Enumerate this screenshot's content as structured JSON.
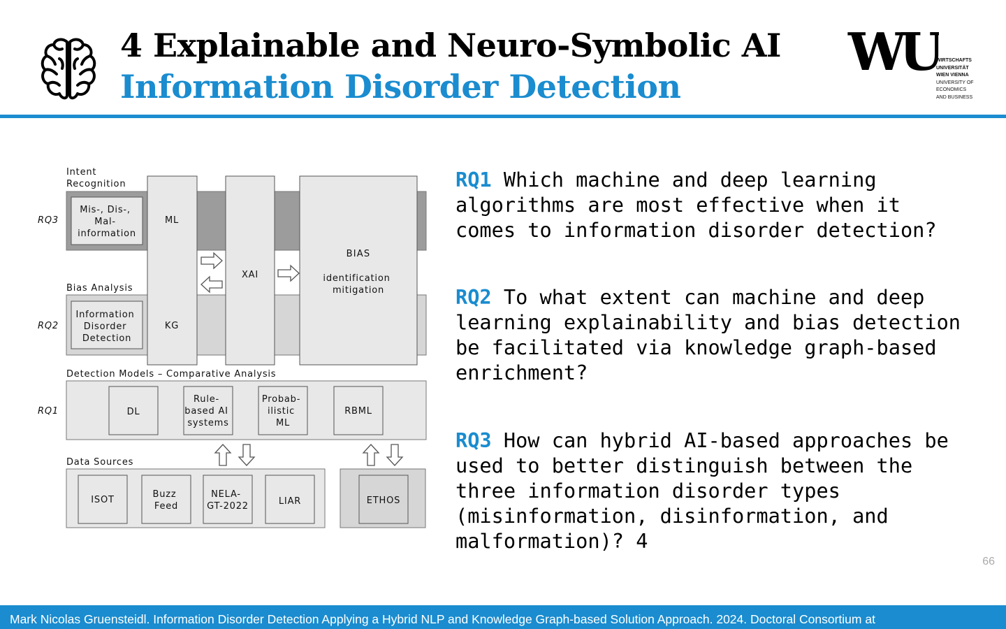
{
  "header": {
    "title": "4 Explainable and Neuro-Symbolic AI",
    "subtitle": "Information Disorder Detection"
  },
  "logo": {
    "mark": "WU",
    "lines": [
      "WIRTSCHAFTS",
      "UNIVERSITÄT",
      "WIEN VIENNA",
      "UNIVERSITY OF",
      "ECONOMICS",
      "AND BUSINESS"
    ]
  },
  "icons": {
    "header_icon": "brain-icon"
  },
  "diagram": {
    "intent_recognition": "Intent",
    "intent_recognition_2": "Recognition",
    "bias_analysis": "Bias Analysis",
    "detection_models": "Detection Models – Comparative Analysis",
    "data_sources": "Data Sources",
    "rq3": "RQ3",
    "rq2": "RQ2",
    "rq1": "RQ1",
    "misinfo": [
      "Mis-, Dis-,",
      "Mal-",
      "information"
    ],
    "info_disorder": [
      "Information",
      "Disorder",
      "Detection"
    ],
    "ml": "ML",
    "kg": "KG",
    "xai": "XAI",
    "bias": "BIAS",
    "bias_sub": [
      "identification",
      "mitigation"
    ],
    "models": {
      "dl": "DL",
      "rule": [
        "Rule-",
        "based AI",
        "systems"
      ],
      "prob": [
        "Probab-",
        "ilistic",
        "ML"
      ],
      "rbml": "RBML"
    },
    "sources": {
      "isot": "ISOT",
      "buzz": [
        "Buzz",
        "Feed"
      ],
      "nela": [
        "NELA-",
        "GT-2022"
      ],
      "liar": "LIAR",
      "ethos": "ETHOS"
    }
  },
  "questions": [
    {
      "label": "RQ1",
      "text": "Which machine and deep learning algorithms are most effective when it comes to information disorder detection?"
    },
    {
      "label": "RQ2",
      "text": "To what extent can machine and deep learning explainability and bias detection be facilitated via knowledge graph-based enrichment?"
    },
    {
      "label": "RQ3",
      "text": "How can hybrid AI-based approaches be used to better distinguish between the three information disorder types (misinformation, disinformation, and malformation)? 4"
    }
  ],
  "page_number": "66",
  "footer": "Mark Nicolas Gruensteidl. Information Disorder Detection Applying a Hybrid NLP and Knowledge Graph-based Solution Approach. 2024. Doctoral Consortium at",
  "colors": {
    "accent": "#1a8ccf",
    "band_dark": "#9c9c9c",
    "band_light": "#d6d6d6",
    "box": "#e8e8e8"
  }
}
